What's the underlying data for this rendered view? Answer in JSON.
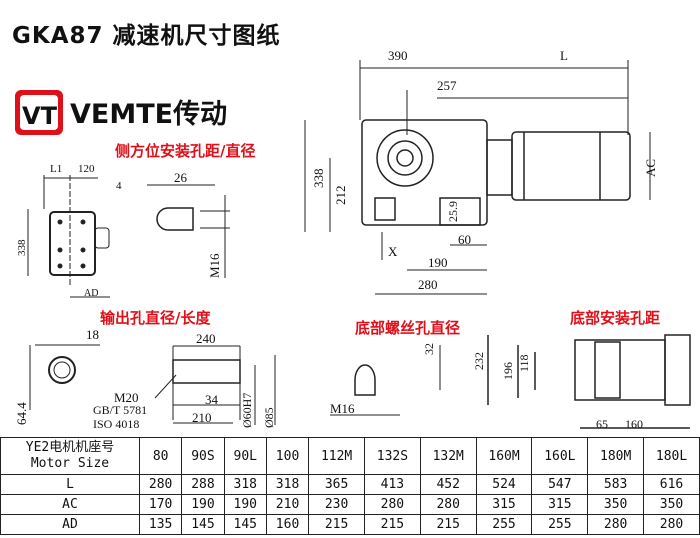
{
  "title": "GKA87 减速机尺寸图纸",
  "logo": {
    "mark": "VT",
    "brand": "VEMTE传动"
  },
  "sections": {
    "side_mount": "侧方位安装孔距/直径",
    "output_bore": "输出孔直径/长度",
    "bottom_screw": "底部螺丝孔直径",
    "bottom_mount": "底部安装孔距"
  },
  "dims": {
    "side": {
      "l1": "L1",
      "w120": "120",
      "d4": "4",
      "h338": "338",
      "ad": "AD",
      "d26": "26",
      "m16": "M16"
    },
    "output": {
      "d18": "18",
      "d64": "64.4",
      "d240": "240",
      "m20": "M20",
      "gb": "GB/T 5781",
      "iso": "ISO 4018",
      "d34": "34",
      "d210": "210",
      "d60": "Ø60H7",
      "d85": "Ø85"
    },
    "main": {
      "d390": "390",
      "l": "L",
      "d257": "257",
      "h338": "338",
      "h212": "212",
      "ac": "AC",
      "d259": "25.9",
      "d60": "60",
      "x": "X",
      "d190": "190",
      "d280": "280"
    },
    "screw": {
      "d32": "32",
      "m16": "M16"
    },
    "bottom": {
      "d232": "232",
      "d196": "196",
      "d118": "118",
      "d65": "65",
      "d160": "160"
    }
  },
  "table": {
    "header_cn": "YE2电机机座号",
    "header_en": "Motor Size",
    "sizes": [
      "80",
      "90S",
      "90L",
      "100",
      "112M",
      "132S",
      "132M",
      "160M",
      "160L",
      "180M",
      "180L"
    ],
    "rows": [
      {
        "label": "L",
        "values": [
          "280",
          "288",
          "318",
          "318",
          "365",
          "413",
          "452",
          "524",
          "547",
          "583",
          "616"
        ]
      },
      {
        "label": "AC",
        "values": [
          "170",
          "190",
          "190",
          "210",
          "230",
          "280",
          "280",
          "315",
          "315",
          "350",
          "350"
        ]
      },
      {
        "label": "AD",
        "values": [
          "135",
          "145",
          "145",
          "160",
          "215",
          "215",
          "215",
          "255",
          "255",
          "280",
          "280"
        ]
      }
    ]
  }
}
